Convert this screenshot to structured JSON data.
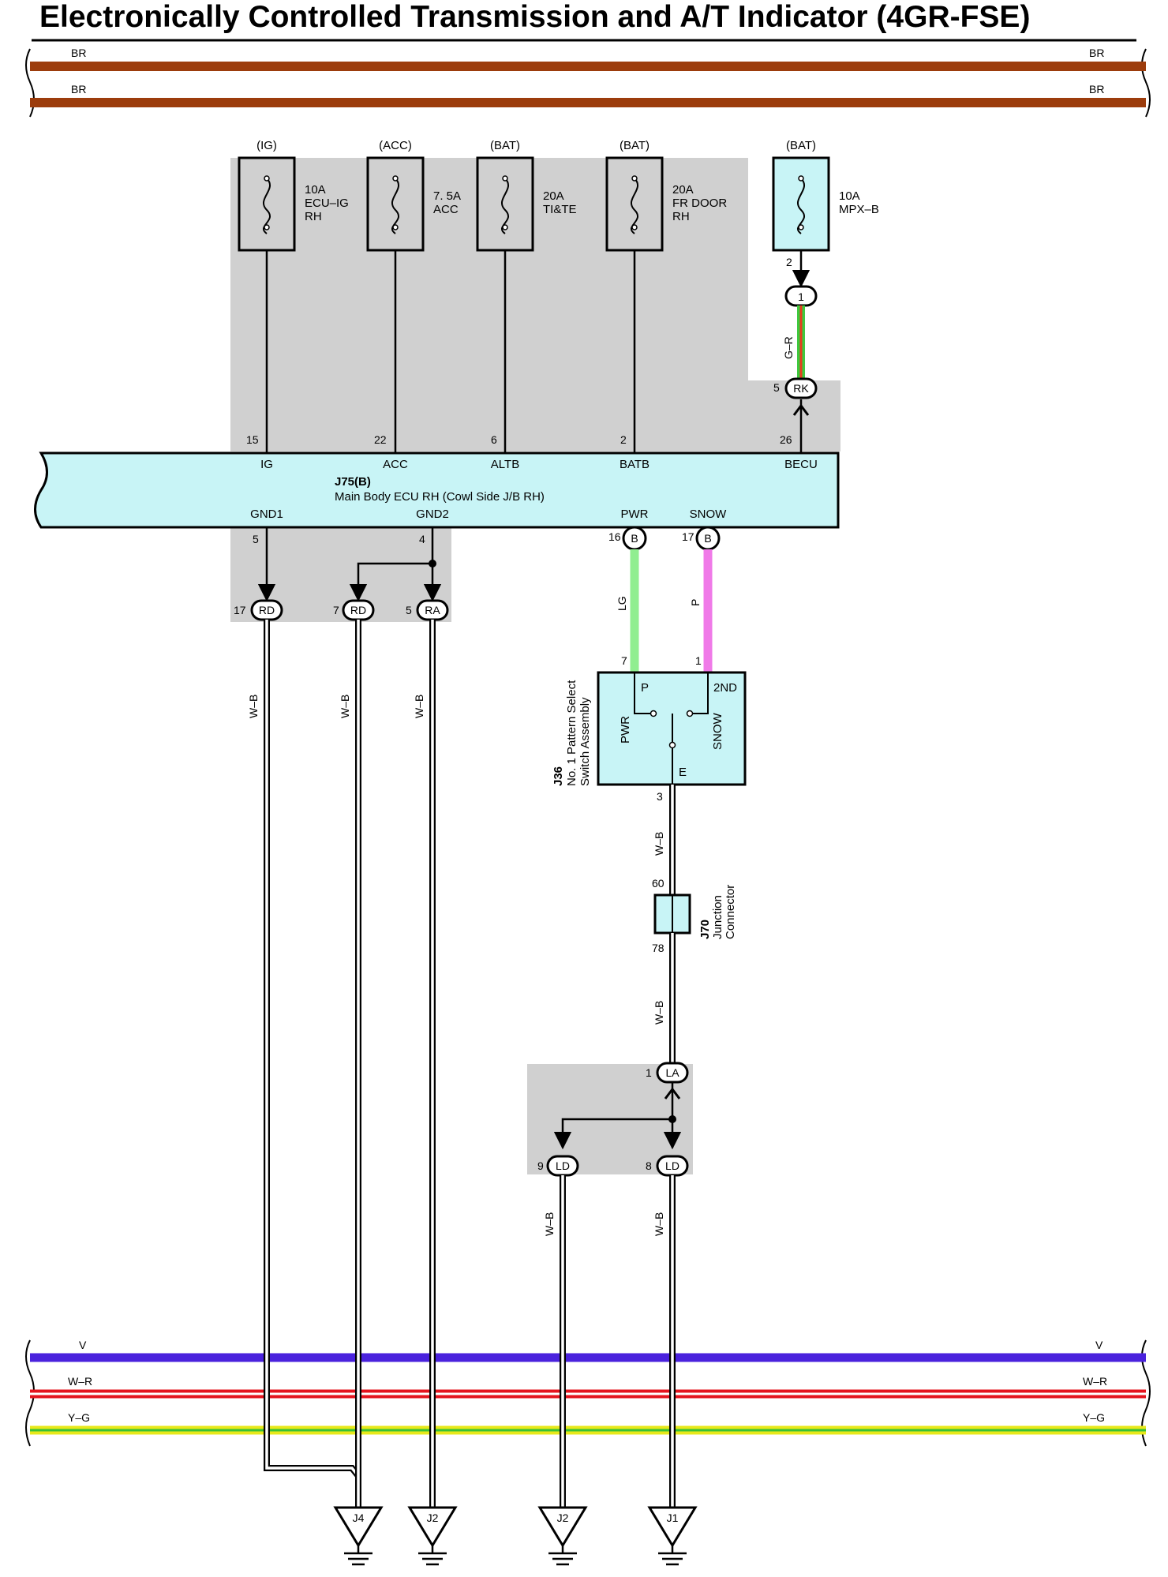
{
  "title": "Electronically Controlled Transmission and A/T Indicator (4GR-FSE)",
  "colors": {
    "br": "#9c3c0c",
    "v": "#4a22dd",
    "w_r": "#e4141e",
    "y_g": "#e8e81a",
    "y_g_stripe": "#38c038",
    "g_r": "#3ec83e",
    "g_r_stripe": "#e83a1e",
    "lg": "#90ee90",
    "p": "#f07ae8",
    "ecu_fill": "#c8f4f6",
    "shade": "#d0d0d0"
  },
  "buses": {
    "top": [
      {
        "code": "BR",
        "right_code": "BR"
      },
      {
        "code": "BR",
        "right_code": "BR"
      }
    ],
    "bottom": [
      {
        "code": "V",
        "right_code": "V"
      },
      {
        "code": "W–R",
        "right_code": "W–R"
      },
      {
        "code": "Y–G",
        "right_code": "Y–G"
      }
    ]
  },
  "fuses": [
    {
      "supply": "(IG)",
      "rating": "10A",
      "name1": "ECU–IG",
      "name2": "RH"
    },
    {
      "supply": "(ACC)",
      "rating": "7. 5A",
      "name1": "ACC",
      "name2": ""
    },
    {
      "supply": "(BAT)",
      "rating": "20A",
      "name1": "TI&TE",
      "name2": ""
    },
    {
      "supply": "(BAT)",
      "rating": "20A",
      "name1": "FR DOOR",
      "name2": "RH"
    },
    {
      "supply": "(BAT)",
      "rating": "10A",
      "name1": "MPX–B",
      "name2": ""
    }
  ],
  "mpx_connector": {
    "upper_pin": "2",
    "inline_code": "1",
    "wire": "G–R",
    "lower_pin": "5",
    "lower_code": "RK"
  },
  "ecu": {
    "code": "J75(B)",
    "name": "Main Body ECU RH (Cowl Side J/B RH)",
    "top_pins": [
      {
        "pin": "15",
        "label": "IG"
      },
      {
        "pin": "22",
        "label": "ACC"
      },
      {
        "pin": "6",
        "label": "ALTB"
      },
      {
        "pin": "2",
        "label": "BATB"
      },
      {
        "pin": "26",
        "label": "BECU"
      }
    ],
    "bottom_pins": [
      {
        "pin": "5",
        "label": "GND1"
      },
      {
        "pin": "4",
        "label": "GND2"
      },
      {
        "pin": "16",
        "label": "PWR",
        "code": "B"
      },
      {
        "pin": "17",
        "label": "SNOW",
        "code": "B"
      }
    ]
  },
  "ground_connectors": [
    {
      "pin": "17",
      "code": "RD",
      "wire": "W–B",
      "ground": "J4"
    },
    {
      "pin": "7",
      "code": "RD",
      "wire": "W–B",
      "ground": "J4"
    },
    {
      "pin": "5",
      "code": "RA",
      "wire": "W–B",
      "ground": "J2"
    }
  ],
  "switch_wires": [
    {
      "wire": "LG",
      "pin": "7"
    },
    {
      "wire": "P",
      "pin": "1"
    }
  ],
  "switch": {
    "code": "J36",
    "name1": "No. 1 Pattern Select",
    "name2": "Switch Assembly",
    "term_p": "P",
    "term_2nd": "2ND",
    "term_e": "E",
    "pwr": "PWR",
    "snow": "SNOW",
    "out_pin": "3",
    "out_wire": "W–B"
  },
  "junction": {
    "code": "J70",
    "name1": "Junction",
    "name2": "Connector",
    "pin_in": "60",
    "pin_out": "78",
    "out_wire": "W–B"
  },
  "la_connector": {
    "pin": "1",
    "code": "LA"
  },
  "ld_connectors": [
    {
      "pin": "9",
      "code": "LD",
      "wire": "W–B",
      "ground": "J2"
    },
    {
      "pin": "8",
      "code": "LD",
      "wire": "W–B",
      "ground": "J1"
    }
  ]
}
